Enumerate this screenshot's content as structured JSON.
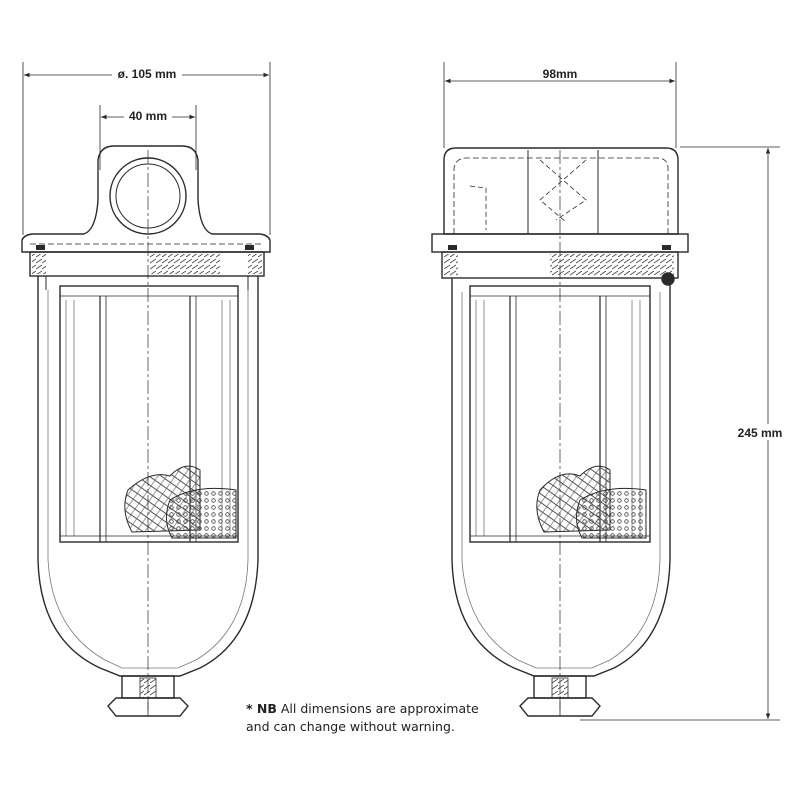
{
  "dimensions": {
    "left_diameter": "ø. 105 mm",
    "left_inlet": "40 mm",
    "right_width": "98mm",
    "right_height": "245 mm"
  },
  "note": {
    "marker": "* NB",
    "line1": "All dimensions are approximate",
    "line2": "and can change without warning."
  },
  "colors": {
    "stroke": "#2a2a2a",
    "hatch": "#6a6a6a"
  }
}
